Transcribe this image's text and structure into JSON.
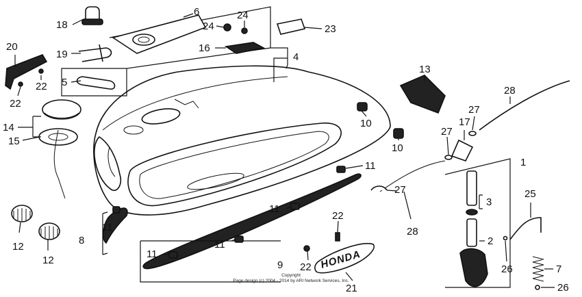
{
  "labels": {
    "l1": "1",
    "l2": "2",
    "l3": "3",
    "l4": "4",
    "l5": "5",
    "l6": "6",
    "l7": "7",
    "l8": "8",
    "l9": "9",
    "l10a": "10",
    "l10b": "10",
    "l11a": "11",
    "l11b": "11",
    "l11c": "11",
    "l11d": "11",
    "l11e": "11",
    "l12a": "12",
    "l12b": "12",
    "l13": "13",
    "l14": "14",
    "l15": "15",
    "l16": "16",
    "l17": "17",
    "l18": "18",
    "l19": "19",
    "l20": "20",
    "l21": "21",
    "l22a": "22",
    "l22b": "22",
    "l22c": "22",
    "l22d": "22",
    "l23": "23",
    "l24a": "24",
    "l24b": "24",
    "l25": "25",
    "l26a": "26",
    "l26b": "26",
    "l27a": "27",
    "l27b": "27",
    "l27c": "27",
    "l28a": "28",
    "l28b": "28"
  },
  "emblem_text": "HONDA",
  "copyright": {
    "line1": "Copyright",
    "line2": "Page design (c) 2004 - 2014 by ARI Network Services, Inc."
  }
}
